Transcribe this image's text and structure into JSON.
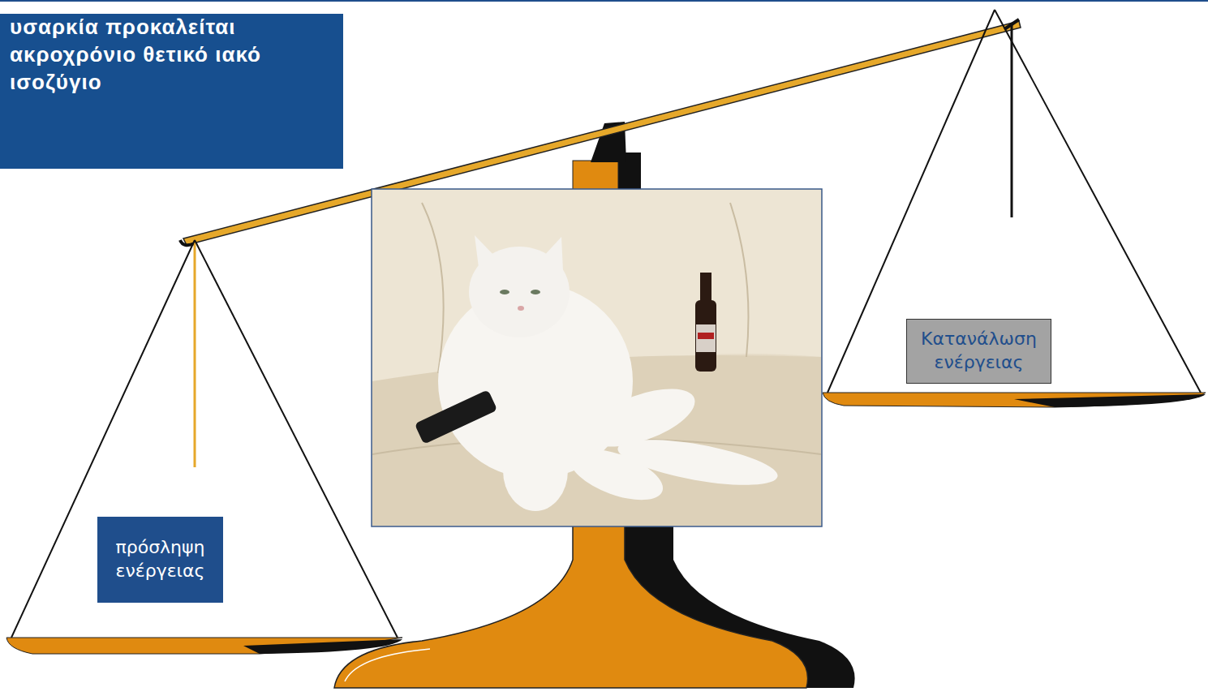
{
  "diagram": {
    "nodes": [
      {
        "text": [
          "υσαρκία προκαλείται ακροχρόνιο θετικό ιακό ισοζύγιο"
        ]
      },
      {
        "text": [
          "πρόσληψη ενέργειας"
        ]
      },
      {
        "text": [
          "Κατανάλωση ενέργειας"
        ]
      }
    ]
  }
}
